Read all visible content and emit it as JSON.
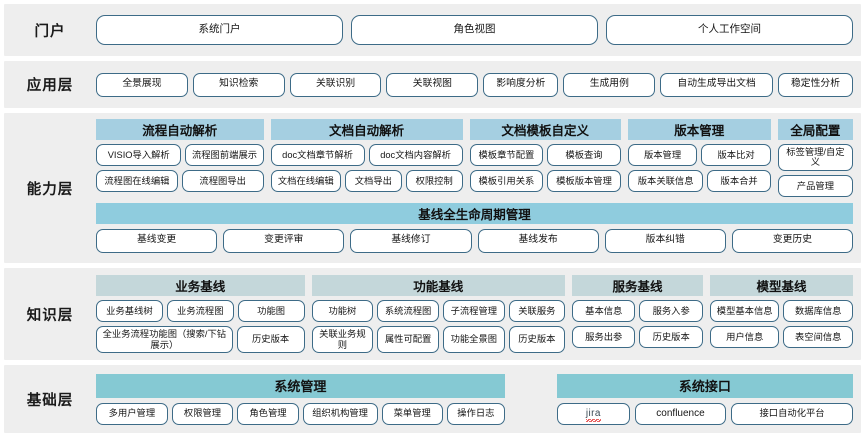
{
  "layers": [
    {
      "key": "portal",
      "label": "门户",
      "items": [
        "系统门户",
        "角色视图",
        "个人工作空间"
      ]
    },
    {
      "key": "application",
      "label": "应用层",
      "items": [
        "全景展现",
        "知识检索",
        "关联识别",
        "关联视图",
        "影响度分析",
        "生成用例",
        "自动生成导出文档",
        "稳定性分析"
      ]
    },
    {
      "key": "capability",
      "label": "能力层",
      "groups": [
        {
          "title": "流程自动解析",
          "rows": [
            [
              "VISIO导入解析",
              "流程图前端展示"
            ],
            [
              "流程图在线编辑",
              "流程图导出"
            ]
          ]
        },
        {
          "title": "文档自动解析",
          "rows": [
            [
              "doc文档章节解析",
              "doc文档内容解析"
            ],
            [
              "文档在线编辑",
              "文档导出",
              "权限控制"
            ]
          ]
        },
        {
          "title": "文档模板自定义",
          "rows": [
            [
              "模板章节配置",
              "模板查询"
            ],
            [
              "模板引用关系",
              "模板版本管理"
            ]
          ]
        },
        {
          "title": "版本管理",
          "rows": [
            [
              "版本管理",
              "版本比对"
            ],
            [
              "版本关联信息",
              "版本合并"
            ]
          ]
        },
        {
          "title": "全局配置",
          "rows": [
            [
              "标签管理/自定义"
            ],
            [
              "产品管理"
            ]
          ]
        }
      ],
      "lifecycle": {
        "title": "基线全生命周期管理",
        "items": [
          "基线变更",
          "变更评审",
          "基线修订",
          "基线发布",
          "版本纠错",
          "变更历史"
        ]
      }
    },
    {
      "key": "knowledge",
      "label": "知识层",
      "groups": [
        {
          "title": "业务基线",
          "rows": [
            [
              "业务基线树",
              "业务流程图",
              "功能图"
            ],
            [
              "全业务流程功能图（搜索/下钻展示）",
              "历史版本"
            ]
          ]
        },
        {
          "title": "功能基线",
          "rows": [
            [
              "功能树",
              "系统流程图",
              "子流程管理",
              "关联服务"
            ],
            [
              "关联业务规则",
              "属性可配置",
              "功能全景图",
              "历史版本"
            ]
          ]
        },
        {
          "title": "服务基线",
          "rows": [
            [
              "基本信息",
              "服务入参"
            ],
            [
              "服务出参",
              "历史版本"
            ]
          ]
        },
        {
          "title": "模型基线",
          "rows": [
            [
              "模型基本信息",
              "数据库信息"
            ],
            [
              "用户信息",
              "表空间信息"
            ]
          ]
        }
      ]
    },
    {
      "key": "foundation",
      "label": "基础层",
      "groups": [
        {
          "title": "系统管理",
          "rows": [
            [
              "多用户管理",
              "权限管理",
              "角色管理",
              "组织机构管理",
              "菜单管理",
              "操作日志"
            ]
          ]
        },
        {
          "title": "系统接口",
          "rows": [
            [
              "jira",
              "confluence",
              "接口自动化平台"
            ]
          ]
        }
      ]
    }
  ],
  "colors": {
    "band_bg": "#eeeeee",
    "border": "#3d6b87",
    "capability_header": "#a5cfe1",
    "lifecycle_header": "#8fccde",
    "knowledge_header": "#c4d7da",
    "foundation_header": "#85c9d3",
    "spell_error": "#e03131"
  }
}
